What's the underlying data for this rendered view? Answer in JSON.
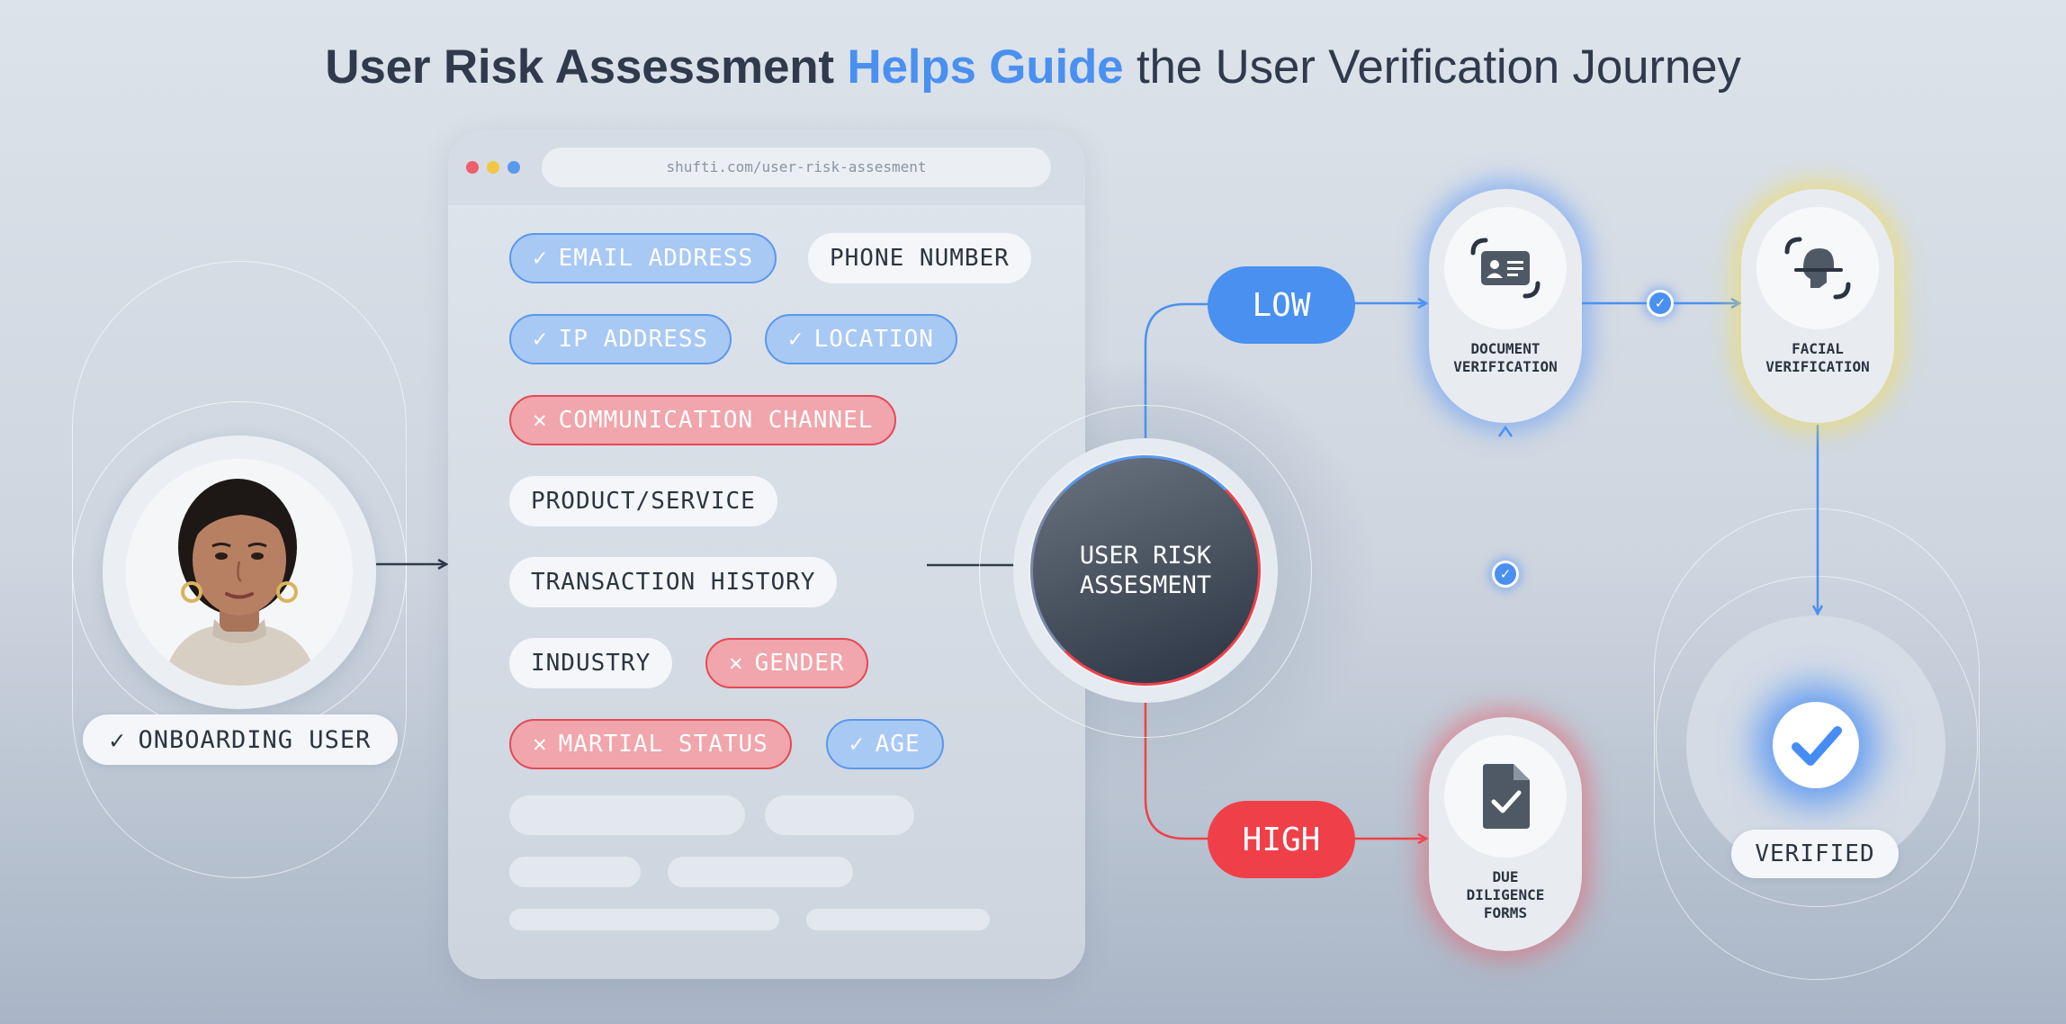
{
  "title": {
    "part1": "User Risk Assessment",
    "part2": "Helps Guide",
    "part3": "the User Verification Journey"
  },
  "colors": {
    "accent_blue": "#4a90f0",
    "risk_red": "#ef4049",
    "verified_blue": "#468cf5",
    "facial_glow_yellow": "#f0dc5a"
  },
  "browser": {
    "url": "shufti.com/user-risk-assesment"
  },
  "attributes": [
    {
      "label": "EMAIL ADDRESS",
      "status": "checked"
    },
    {
      "label": "PHONE NUMBER",
      "status": "neutral"
    },
    {
      "label": "IP ADDRESS",
      "status": "checked"
    },
    {
      "label": "LOCATION",
      "status": "checked"
    },
    {
      "label": "COMMUNICATION CHANNEL",
      "status": "rejected"
    },
    {
      "label": "PRODUCT/SERVICE",
      "status": "neutral"
    },
    {
      "label": "TRANSACTION HISTORY",
      "status": "neutral"
    },
    {
      "label": "INDUSTRY",
      "status": "neutral"
    },
    {
      "label": "GENDER",
      "status": "rejected"
    },
    {
      "label": "MARTIAL STATUS",
      "status": "rejected"
    },
    {
      "label": "AGE",
      "status": "checked"
    }
  ],
  "onboarding": {
    "label": "ONBOARDING USER",
    "icon": "check-icon"
  },
  "center": {
    "line1": "USER RISK",
    "line2": "ASSESMENT"
  },
  "risk_levels": {
    "low": "LOW",
    "high": "HIGH"
  },
  "steps": {
    "document": {
      "line1": "DOCUMENT",
      "line2": "VERIFICATION",
      "icon": "id-card-icon"
    },
    "facial": {
      "line1": "FACIAL",
      "line2": "VERIFICATION",
      "icon": "face-scan-icon"
    },
    "due_diligence": {
      "line1": "DUE",
      "line2": "DILIGENCE",
      "line3": "FORMS",
      "icon": "document-check-icon"
    }
  },
  "verified": {
    "label": "VERIFIED",
    "icon": "verified-check-icon"
  }
}
